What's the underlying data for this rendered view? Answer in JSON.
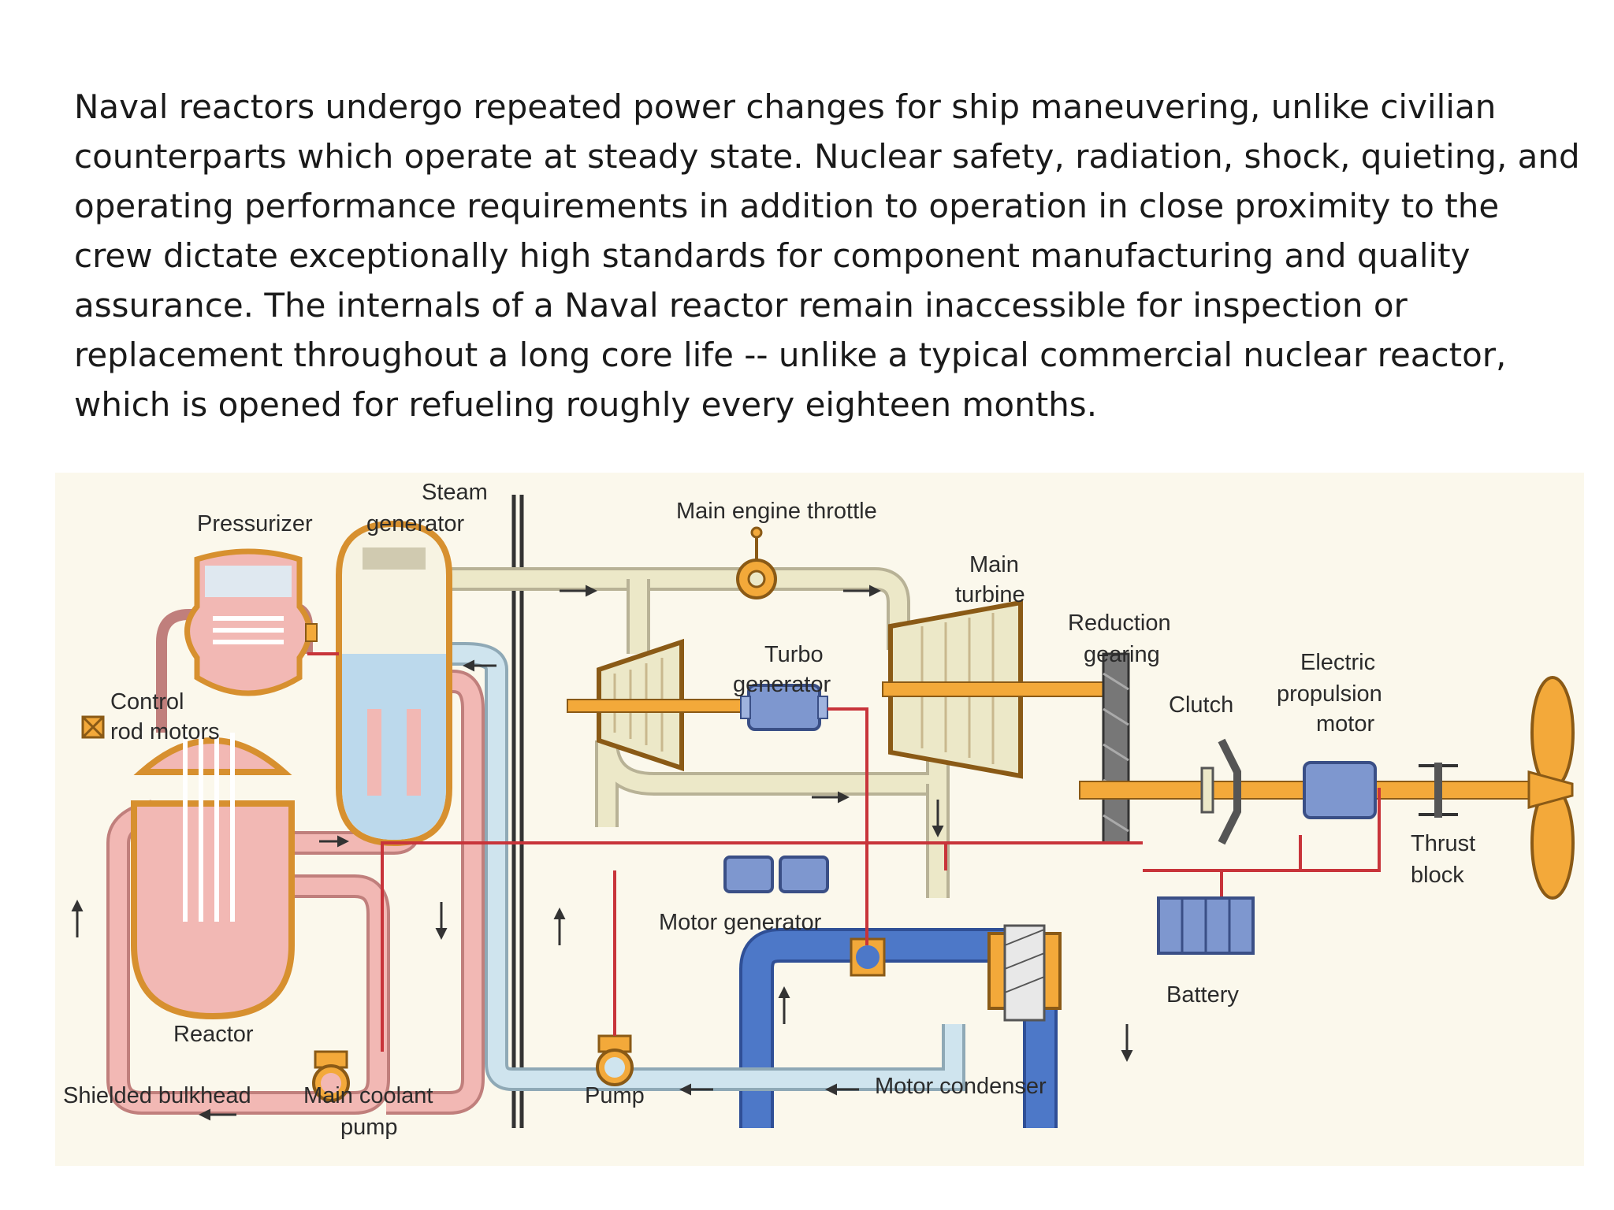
{
  "intro": {
    "lines": [
      "Naval reactors undergo repeated power changes for ship maneuvering, unlike civilian",
      "counterparts which operate at steady state. Nuclear safety, radiation, shock, quieting, and",
      "operating performance requirements in addition to operation in close proximity to the",
      "crew dictate exceptionally high standards for component manufacturing and quality",
      "assurance. The internals of a Naval reactor remain inaccessible for inspection or",
      "replacement throughout a long core life -- unlike a typical commercial nuclear reactor,",
      "which is opened for refueling roughly every eighteen months."
    ]
  },
  "diagram": {
    "labels": {
      "steam": "Steam",
      "generator": "generator",
      "pressurizer": "Pressurizer",
      "main_engine_throttle": "Main engine throttle",
      "main": "Main",
      "turbine": "turbine",
      "reduction": "Reduction",
      "gearing": "gearing",
      "turbo": "Turbo",
      "turbo_generator": "generator",
      "electric": "Electric",
      "propulsion": "propulsion",
      "motor": "motor",
      "clutch": "Clutch",
      "control": "Control",
      "rod_motors": "rod motors",
      "thrust": "Thrust",
      "block": "block",
      "motor_generator": "Motor generator",
      "battery": "Battery",
      "reactor": "Reactor",
      "motor_condenser": "Motor condenser",
      "shielded_bulkhead": "Shielded bulkhead",
      "main_coolant": "Main coolant",
      "pump_word": "pump",
      "pump": "Pump"
    },
    "colors": {
      "primary_loop": "#f2b8b4",
      "steam_line": "#ece8c8",
      "condensate_line": "#cfe4ee",
      "sea_water": "#4d78c8",
      "shaft": "#f3a93a",
      "electric": "#c8343a",
      "machine": "#7e97cf"
    }
  }
}
